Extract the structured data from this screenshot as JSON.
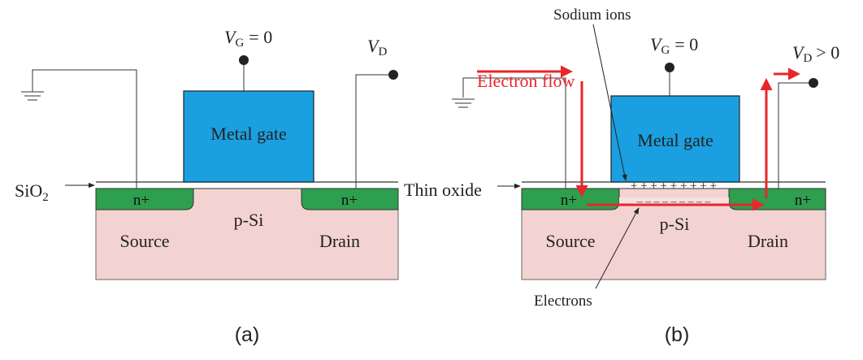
{
  "colors": {
    "substrate": "#f3d3d1",
    "n_region": "#2e9f4e",
    "gate": "#1aa0e0",
    "flow": "#e8262b",
    "line": "#222222"
  },
  "panel_a": {
    "vg_sym": "V",
    "vg_sub": "G",
    "vg_val": "= 0",
    "vd_sym": "V",
    "vd_sub": "D",
    "gate_label": "Metal gate",
    "sio2_main": "SiO",
    "sio2_sub": "2",
    "n_left": "n+",
    "n_right": "n+",
    "substrate_label": "p-Si",
    "source_label": "Source",
    "drain_label": "Drain",
    "caption": "(a)"
  },
  "panel_b": {
    "sodium_label": "Sodium ions",
    "flow_label": "Electron flow",
    "vg_sym": "V",
    "vg_sub": "G",
    "vg_val": "= 0",
    "vd_sym": "V",
    "vd_sub": "D",
    "vd_val": "> 0",
    "gate_label": "Metal gate",
    "oxide_label": "Thin oxide",
    "ions_text": "+ + + + + + + + +",
    "electrons_text": "– – – – – – – – –",
    "n_left": "n+",
    "n_right": "n+",
    "substrate_label": "p-Si",
    "source_label": "Source",
    "drain_label": "Drain",
    "electrons_label": "Electrons",
    "caption": "(b)"
  }
}
